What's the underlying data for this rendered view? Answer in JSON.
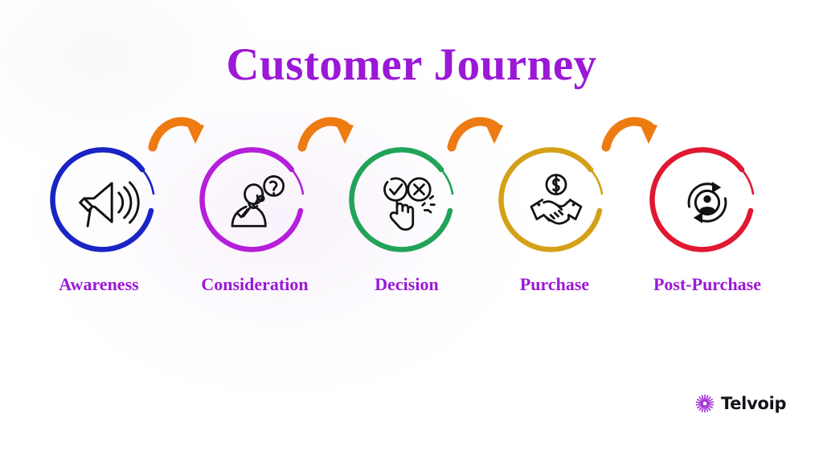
{
  "slide": {
    "title": "Customer Journey",
    "background_color": "#FFFFFF",
    "title_color": "#9B18D6",
    "label_color": "#9B18D6",
    "arrow_color": "#EE7A12",
    "icon_stroke_color": "#121212"
  },
  "steps": [
    {
      "label": "Awareness",
      "icon": "megaphone-icon",
      "ring_color": "#1A23C4",
      "order": 1
    },
    {
      "label": "Consideration",
      "icon": "thinking-person-question-icon",
      "ring_color": "#B51FD9",
      "order": 2
    },
    {
      "label": "Decision",
      "icon": "hand-choice-check-cross-icon",
      "ring_color": "#22A359",
      "order": 3
    },
    {
      "label": "Purchase",
      "icon": "handshake-dollar-icon",
      "ring_color": "#D4A017",
      "order": 4
    },
    {
      "label": "Post-Purchase",
      "icon": "user-retention-arrows-icon",
      "ring_color": "#E01832",
      "order": 5
    }
  ],
  "arrows": [
    {
      "name": "arrow-awareness-to-consideration"
    },
    {
      "name": "arrow-consideration-to-decision"
    },
    {
      "name": "arrow-decision-to-purchase"
    },
    {
      "name": "arrow-purchase-to-postpurchase"
    }
  ],
  "logo": {
    "wordmark": "Telvoip",
    "mark": "telvoip-starburst-icon",
    "mark_color": "#A435D6",
    "word_color": "#13131A"
  }
}
